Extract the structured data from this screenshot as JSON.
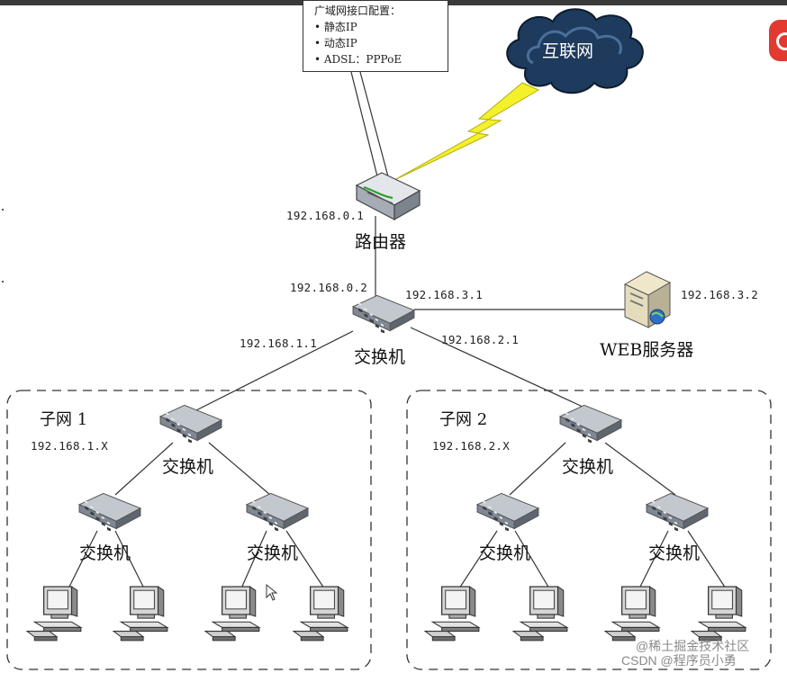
{
  "callout": {
    "lines": [
      "广域网接口配置：",
      "• 静态IP",
      "• 动态IP",
      "• ADSL：PPPoE"
    ]
  },
  "cloud": {
    "label": "互联网"
  },
  "router": {
    "label": "路由器",
    "ip_wan": "192.168.0.1"
  },
  "core_switch": {
    "label": "交换机",
    "ip_up": "192.168.0.2",
    "ip_server": "192.168.3.1",
    "ip_subnet1": "192.168.1.1",
    "ip_subnet2": "192.168.2.1"
  },
  "server": {
    "label": "WEB服务器",
    "ip": "192.168.3.2"
  },
  "subnet1": {
    "title": "子网 1",
    "range": "192.168.1.X",
    "switch_label": "交换机",
    "left_switch_label": "交换机",
    "right_switch_label": "交换机"
  },
  "subnet2": {
    "title": "子网 2",
    "range": "192.168.2.X",
    "switch_label": "交换机",
    "left_switch_label": "交换机",
    "right_switch_label": "交换机"
  },
  "watermark": {
    "line1": "@稀土掘金技术社区",
    "line2": "CSDN @程序员小勇"
  },
  "colors": {
    "cloud": "#1e3a5c",
    "bolt": "#f4f02a",
    "switch": "#9aa3ad",
    "router": "#d9dde2",
    "screen": "#eaeaea",
    "accent_logo": "#e23a30"
  },
  "icons": [
    "cloud-icon",
    "lightning-icon",
    "router-icon",
    "switch-icon",
    "server-icon",
    "computer-icon",
    "cursor-icon",
    "csdn-logo-icon"
  ]
}
